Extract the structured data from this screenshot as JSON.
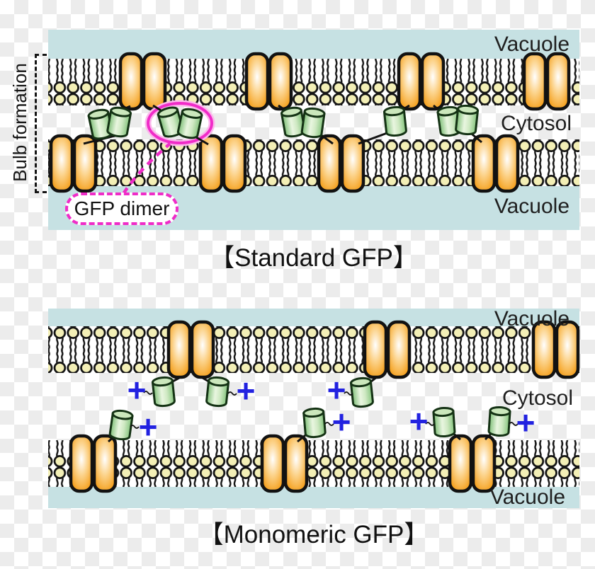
{
  "panel_standard": {
    "caption": "【Standard GFP】",
    "labels": {
      "vacuole_top": "Vacuole",
      "cytosol": "Cytosol",
      "vacuole_bottom": "Vacuole"
    },
    "bulb_annotation": "Bulb formation",
    "dimer_annotation": "GFP dimer"
  },
  "panel_monomeric": {
    "caption": "【Monomeric GFP】",
    "labels": {
      "vacuole_top": "Vacuole",
      "cytosol": "Cytosol",
      "vacuole_bottom": "Vacuole"
    },
    "plus_symbol": "+"
  },
  "colors": {
    "vacuole_fill": "#c6e1e3",
    "membrane_protein_orange": "#f29a12",
    "gfp_green": "#b9e0ad",
    "lipid_head_yellow": "#f3efb6",
    "annotation_magenta": "#ef2cc8",
    "plus_blue": "#2222e0",
    "outline_black": "#141414",
    "checker_gray": "#ececec"
  }
}
